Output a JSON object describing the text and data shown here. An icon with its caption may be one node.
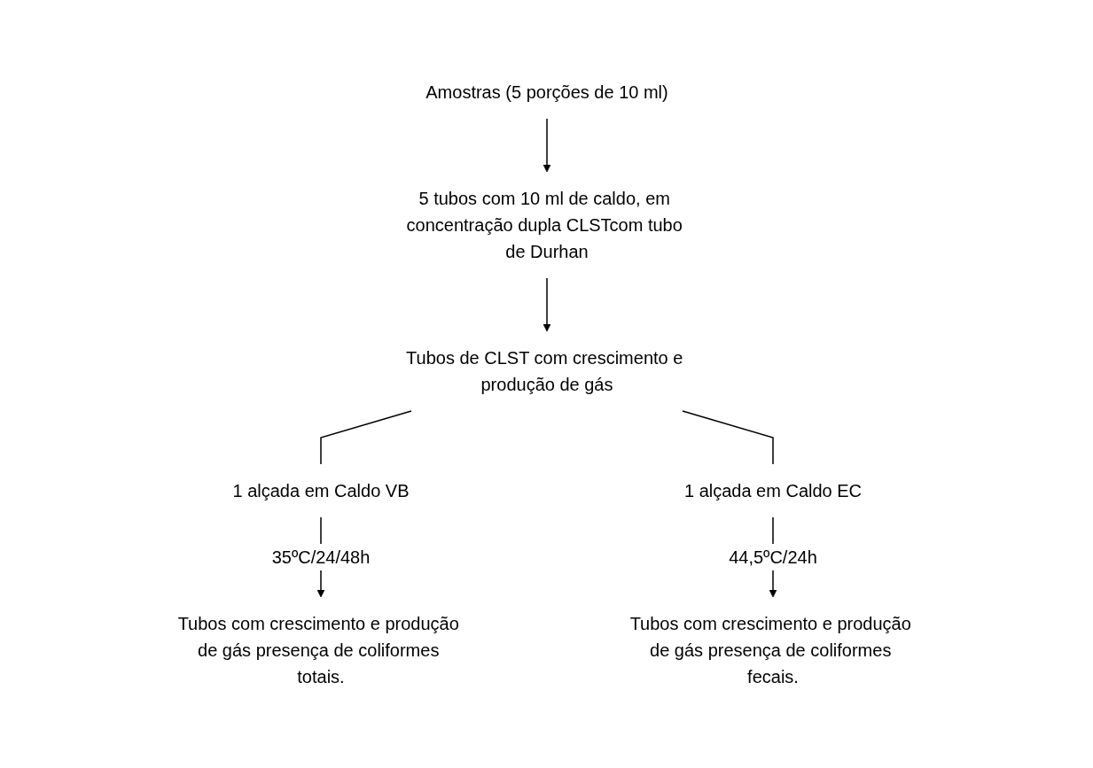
{
  "diagram": {
    "nodes": [
      {
        "text": [
          "Amostras (5 porções de 10 ml)"
        ]
      },
      {
        "text": [
          "5 tubos com 10 ml de caldo, em concentração dupla CLSTcom tubo de Durhan"
        ]
      },
      {
        "text": [
          "Tubos de CLST com crescimento e produção de gás"
        ]
      },
      {
        "text": [
          "1 alçada em Caldo VB"
        ]
      },
      {
        "text": [
          "1 alçada em Caldo EC"
        ]
      },
      {
        "text": [
          "Tubos com crescimento e produção de gás presença de coliformes totais."
        ]
      },
      {
        "text": [
          "Tubos com crescimento e produção de gás presença de coliformes fecais."
        ]
      }
    ],
    "edges": [
      {
        "from": 0,
        "to": 1,
        "arrow": "to"
      },
      {
        "from": 1,
        "to": 2,
        "arrow": "to"
      },
      {
        "from": 2,
        "to": 3,
        "arrow": "none"
      },
      {
        "from": 2,
        "to": 4,
        "arrow": "none"
      },
      {
        "from": 3,
        "to": 5,
        "arrow": "to",
        "label": "35ºC/24/48h"
      },
      {
        "from": 4,
        "to": 6,
        "arrow": "to",
        "label": "44,5ºC/24h"
      }
    ]
  }
}
